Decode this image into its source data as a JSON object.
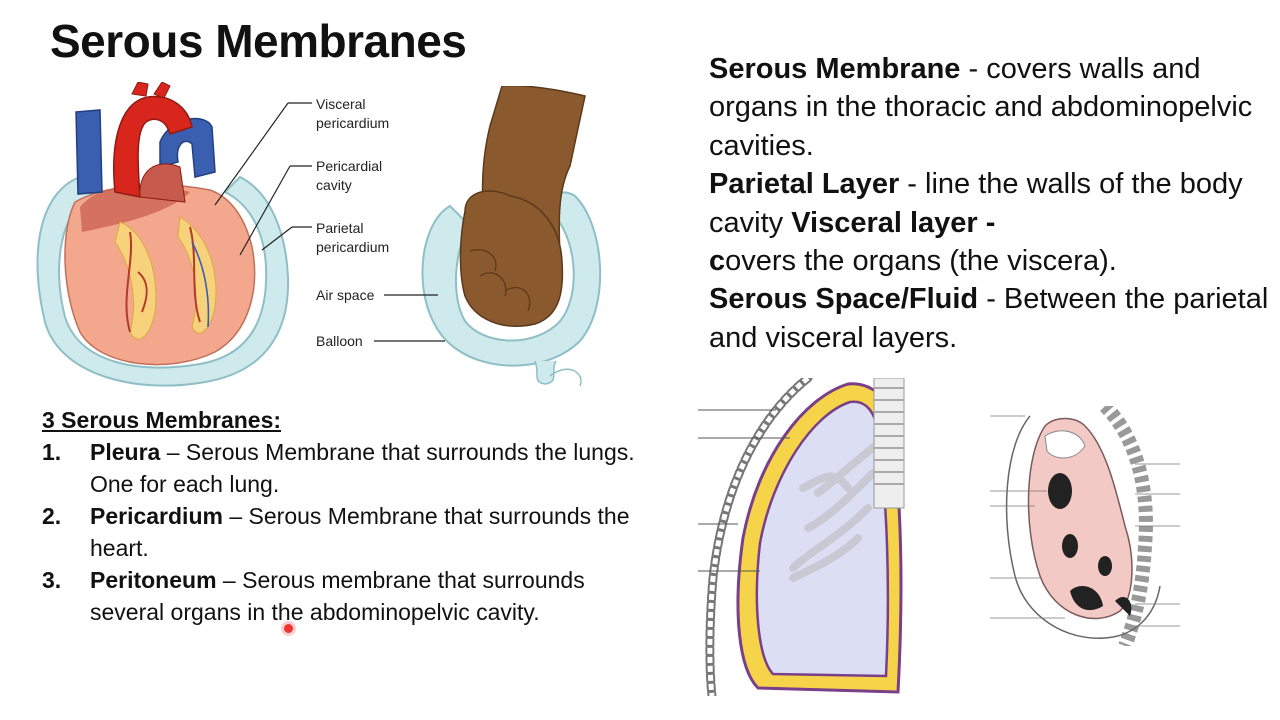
{
  "slide": {
    "title": "Serous Membranes",
    "definitions": [
      {
        "term": "Serous Membrane",
        "text": " - covers walls and organs in the thoracic and abdominopelvic cavities. "
      },
      {
        "term": "Parietal Layer",
        "text": " -  line the walls of the body cavity "
      },
      {
        "term": "Visceral layer",
        "text": "  - "
      },
      {
        "term": "c",
        "text": "overs the organs (the viscera). "
      },
      {
        "term": "Serous Space/Fluid",
        "text": " - Between the parietal and visceral layers."
      }
    ],
    "list": {
      "heading": "3 Serous Membranes:",
      "items": [
        {
          "num": "1.",
          "term": "Pleura",
          "text": " – Serous Membrane that surrounds the lungs.  One for each lung."
        },
        {
          "num": "2.",
          "term": "Pericardium",
          "text": " – Serous Membrane that surrounds the heart."
        },
        {
          "num": "3.",
          "term": "Peritoneum",
          "text": " – Serous membrane that surrounds several organs in the abdominopelvic cavity."
        }
      ]
    },
    "heart_figure": {
      "labels": {
        "visceral": [
          "Visceral",
          "pericardium"
        ],
        "cavity": [
          "Pericardial",
          "cavity"
        ],
        "parietal": [
          "Parietal",
          "pericardium"
        ],
        "air": "Air space",
        "balloon": "Balloon"
      }
    }
  },
  "colors": {
    "membrane": "#cfeaec",
    "membrane_edge": "#8fbfc6",
    "heart_muscle": "#f3a88e",
    "artery": "#d9261c",
    "vein": "#3a5fb0",
    "fat": "#f7d27a",
    "fist": "#8a5a2e",
    "pleura_yellow": "#f5d44a",
    "lung": "#dcdff4",
    "peritoneum_pink": "#f3c9c6"
  }
}
